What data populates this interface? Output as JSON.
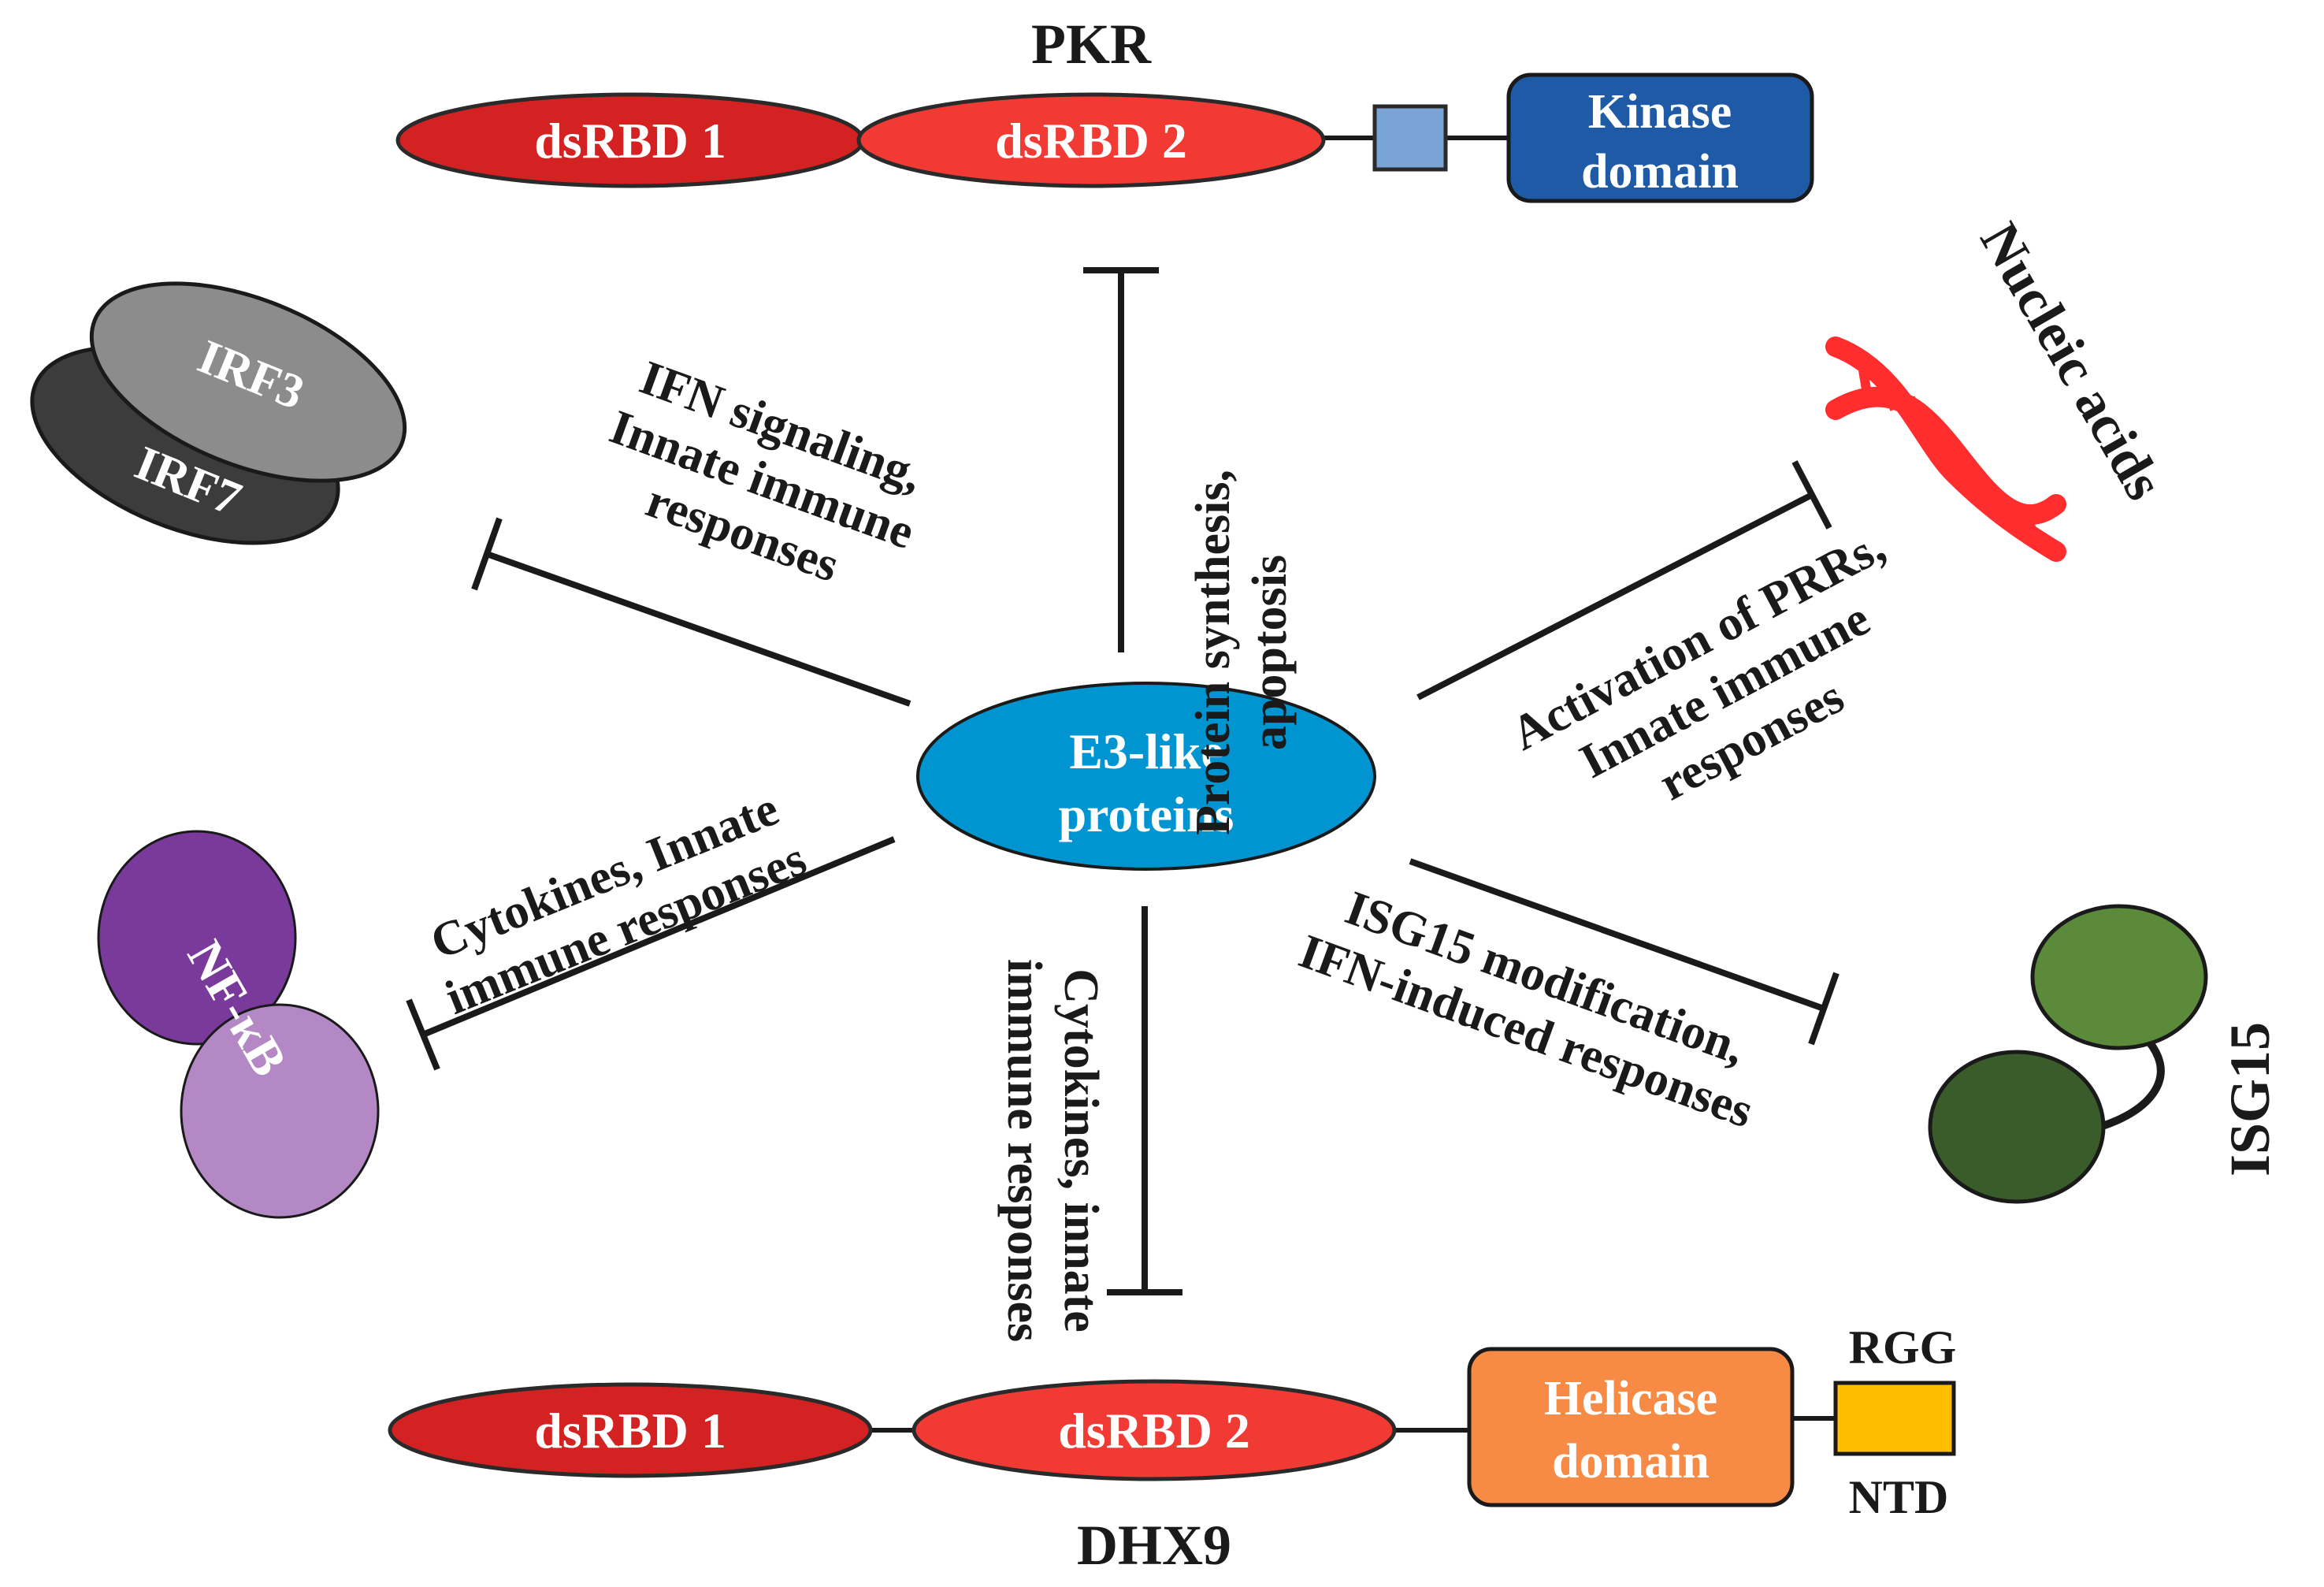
{
  "center": {
    "line1": "E3-like",
    "line2": "proteins"
  },
  "pkr": {
    "title": "PKR",
    "dsrbd1": "dsRBD 1",
    "dsrbd2": "dsRBD 2",
    "kinase_line1": "Kinase",
    "kinase_line2": "domain"
  },
  "dhx9": {
    "title": "DHX9",
    "dsrbd1": "dsRBD 1",
    "dsrbd2": "dsRBD 2",
    "helicase_line1": "Helicase",
    "helicase_line2": "domain",
    "rgg": "RGG",
    "ntd": "NTD"
  },
  "irf": {
    "irf3": "IRF3",
    "irf7": "IRF7"
  },
  "nfkb": {
    "label": "NF-κB"
  },
  "nucleic": {
    "label": "Nucleic acids"
  },
  "isg15": {
    "label": "ISG15"
  },
  "edges": {
    "pkr": {
      "line1": "Protein synthesis,",
      "line2": "apoptosis"
    },
    "irf": {
      "line1": "IFN signaling,",
      "line2": "Innate immune",
      "line3": "responses"
    },
    "nfkb": {
      "line1": "Cytokines, Innate",
      "line2": "immune responses"
    },
    "dhx9": {
      "line1": "Cytokines, innate",
      "line2": "immune responses"
    },
    "nucleic": {
      "line1": "Activation of PRRs,",
      "line2": "Innate immune",
      "line3": "responses"
    },
    "isg15": {
      "line1": "ISG15 modification,",
      "line2": "IFN-induced responses"
    }
  },
  "colors": {
    "dsrbd1": "#d42222",
    "dsrbd2": "#f23a35",
    "kinase": "#1f5aa6",
    "linker_box": "#7aa3d6",
    "helicase": "#f78a45",
    "rgg_box": "#ffbf00",
    "center": "#0095d0",
    "irf3": "#8c8c8c",
    "irf7": "#3c3c3c",
    "nfkb_top": "#7a3a9c",
    "nfkb_bottom": "#b388c4",
    "isg15_top": "#5a8a3a",
    "isg15_bottom": "#3a5c2a",
    "dna": "#ff2d2d"
  }
}
